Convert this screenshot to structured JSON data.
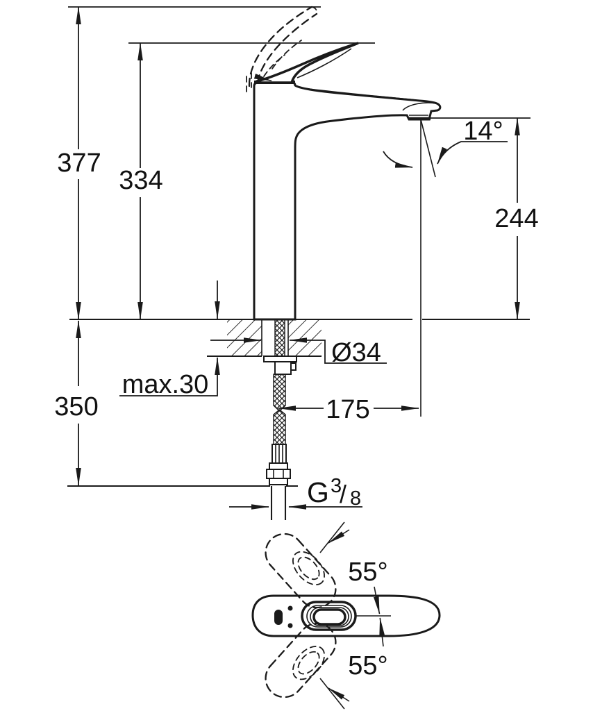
{
  "drawing": {
    "kind": "technical dimension drawing",
    "subject": "single-lever basin mixer faucet, side view and top view",
    "colors": {
      "ink": "#1a1a1a",
      "background": "#ffffff"
    }
  },
  "side_view": {
    "dim_377": "377",
    "dim_334": "334",
    "angle_14": "14°",
    "dim_244": "244",
    "dim_350": "350",
    "dim_max30": "max.30",
    "dim_dia34": "Ø34",
    "dim_175": "175",
    "thread_G": "G",
    "thread_num": "3",
    "thread_slash": "/",
    "thread_den": "8"
  },
  "top_view": {
    "angle_55_top": "55°",
    "angle_55_bottom": "55°"
  }
}
